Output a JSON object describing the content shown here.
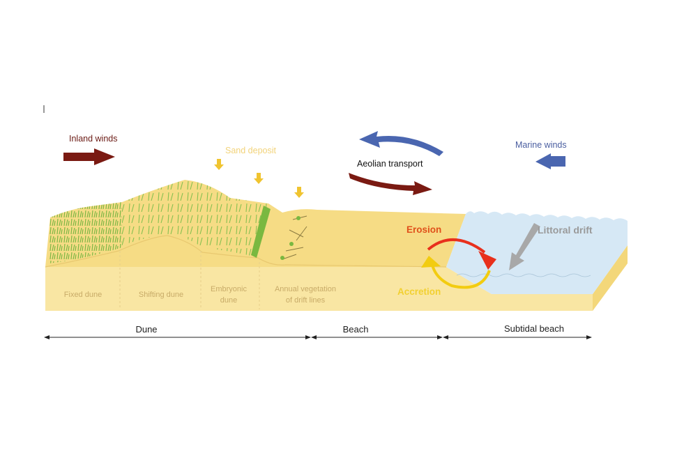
{
  "labels": {
    "inland_winds": "Inland winds",
    "sand_deposit": "Sand deposit",
    "aeolian_transport": "Aeolian transport",
    "marine_winds": "Marine winds",
    "erosion": "Erosion",
    "accretion": "Accretion",
    "littoral_drift": "Littoral drift"
  },
  "zones": {
    "fixed_dune": "Fixed dune",
    "shifting_dune": "Shifting dune",
    "embryonic_dune_1": "Embryonic",
    "embryonic_dune_2": "dune",
    "annual_veg_1": "Annual vegetation",
    "annual_veg_2": "of drift lines"
  },
  "ranges": {
    "dune": "Dune",
    "beach": "Beach",
    "subtidal": "Subtidal beach"
  },
  "colors": {
    "sand_top": "#f7e08e",
    "sand_front": "#f9e6a3",
    "water": "#d6e8f5",
    "inland_arrow": "#7a1a12",
    "marine_arrow": "#4a66b0",
    "erosion": "#e8301c",
    "accretion": "#f2cc10",
    "littoral": "#a8a8a8",
    "grass": "#6aae3a"
  }
}
